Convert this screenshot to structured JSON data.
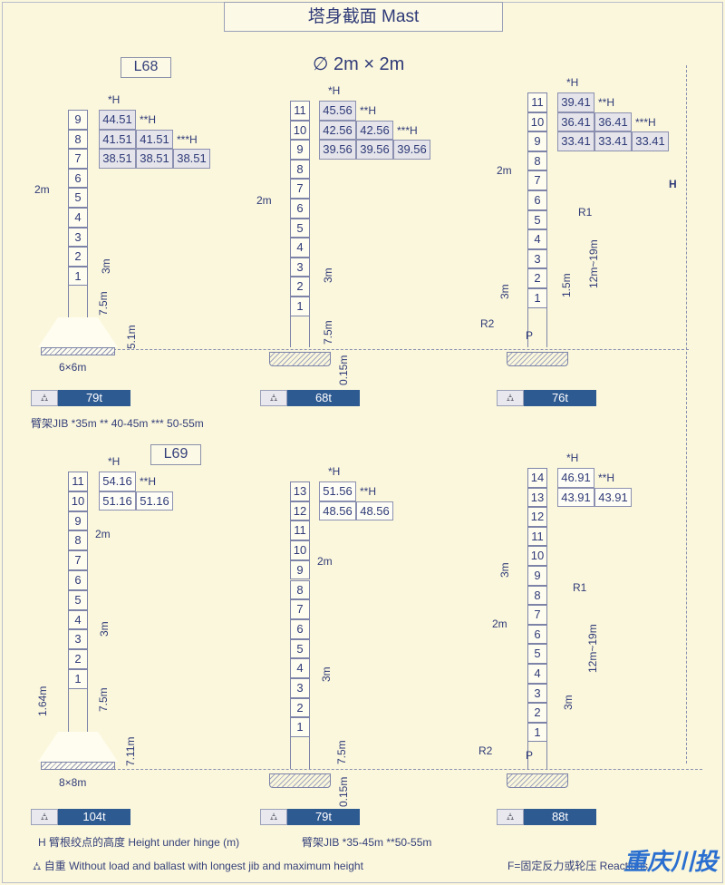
{
  "title": "塔身截面 Mast",
  "section": "∅ 2m × 2m",
  "models": [
    "L68",
    "L69"
  ],
  "towers": [
    {
      "sections": [
        "9",
        "8",
        "7",
        "6",
        "5",
        "4",
        "3",
        "2",
        "1"
      ],
      "headers": [
        "*H",
        "**H",
        "***H"
      ],
      "table": [
        [
          "44.51"
        ],
        [
          "41.51",
          "41.51"
        ],
        [
          "38.51",
          "38.51",
          "38.51"
        ]
      ],
      "weight": "79t",
      "dims": [
        "2m",
        "3m",
        "7.5m",
        "5.1m",
        "6×6m"
      ]
    },
    {
      "sections": [
        "11",
        "10",
        "9",
        "8",
        "7",
        "6",
        "5",
        "4",
        "3",
        "2",
        "1"
      ],
      "headers": [
        "*H",
        "**H",
        "***H"
      ],
      "table": [
        [
          "45.56"
        ],
        [
          "42.56",
          "42.56"
        ],
        [
          "39.56",
          "39.56",
          "39.56"
        ]
      ],
      "weight": "68t",
      "dims": [
        "2m",
        "3m",
        "7.5m",
        "0.15m"
      ]
    },
    {
      "sections": [
        "11",
        "10",
        "9",
        "8",
        "7",
        "6",
        "5",
        "4",
        "3",
        "2",
        "1"
      ],
      "headers": [
        "*H",
        "**H",
        "***H"
      ],
      "table": [
        [
          "39.41"
        ],
        [
          "36.41",
          "36.41"
        ],
        [
          "33.41",
          "33.41",
          "33.41"
        ]
      ],
      "weight": "76t",
      "dims": [
        "2m",
        "R1",
        "3m",
        "1.5m",
        "12m~19m",
        "R2",
        "P"
      ]
    },
    {
      "sections": [
        "11",
        "10",
        "9",
        "8",
        "7",
        "6",
        "5",
        "4",
        "3",
        "2",
        "1"
      ],
      "headers": [
        "*H",
        "**H"
      ],
      "table": [
        [
          "54.16"
        ],
        [
          "51.16",
          "51.16"
        ]
      ],
      "weight": "104t",
      "dims": [
        "2m",
        "3m",
        "1.64m",
        "7.5m",
        "7.11m",
        "8×8m"
      ]
    },
    {
      "sections": [
        "13",
        "12",
        "11",
        "10",
        "9",
        "8",
        "7",
        "6",
        "5",
        "4",
        "3",
        "2",
        "1"
      ],
      "headers": [
        "*H",
        "**H"
      ],
      "table": [
        [
          "51.56"
        ],
        [
          "48.56",
          "48.56"
        ]
      ],
      "weight": "79t",
      "dims": [
        "2m",
        "3m",
        "7.5m",
        "0.15m"
      ]
    },
    {
      "sections": [
        "14",
        "13",
        "12",
        "11",
        "10",
        "9",
        "8",
        "7",
        "6",
        "5",
        "4",
        "3",
        "2",
        "1"
      ],
      "headers": [
        "*H",
        "**H"
      ],
      "table": [
        [
          "46.91"
        ],
        [
          "43.91",
          "43.91"
        ]
      ],
      "weight": "88t",
      "dims": [
        "3m",
        "R1",
        "2m",
        "12m~19m",
        "3m",
        "R2",
        "P"
      ]
    }
  ],
  "h_label": "H",
  "notes": {
    "jib_top": "臂架JIB  *35m  ** 40-45m  *** 50-55m",
    "height": "H  臂根绞点的高度 Height under hinge (m)",
    "jib_bottom": "臂架JIB  *35-45m  **50-55m",
    "weight": "自重 Without load and ballast with longest jib and maximum height",
    "reactions": "F=固定反力或轮压 Reactions"
  },
  "logo": "重庆川投",
  "colors": {
    "background": "#fbf7dc",
    "accent": "#2e5a92",
    "text": "#35407a"
  }
}
